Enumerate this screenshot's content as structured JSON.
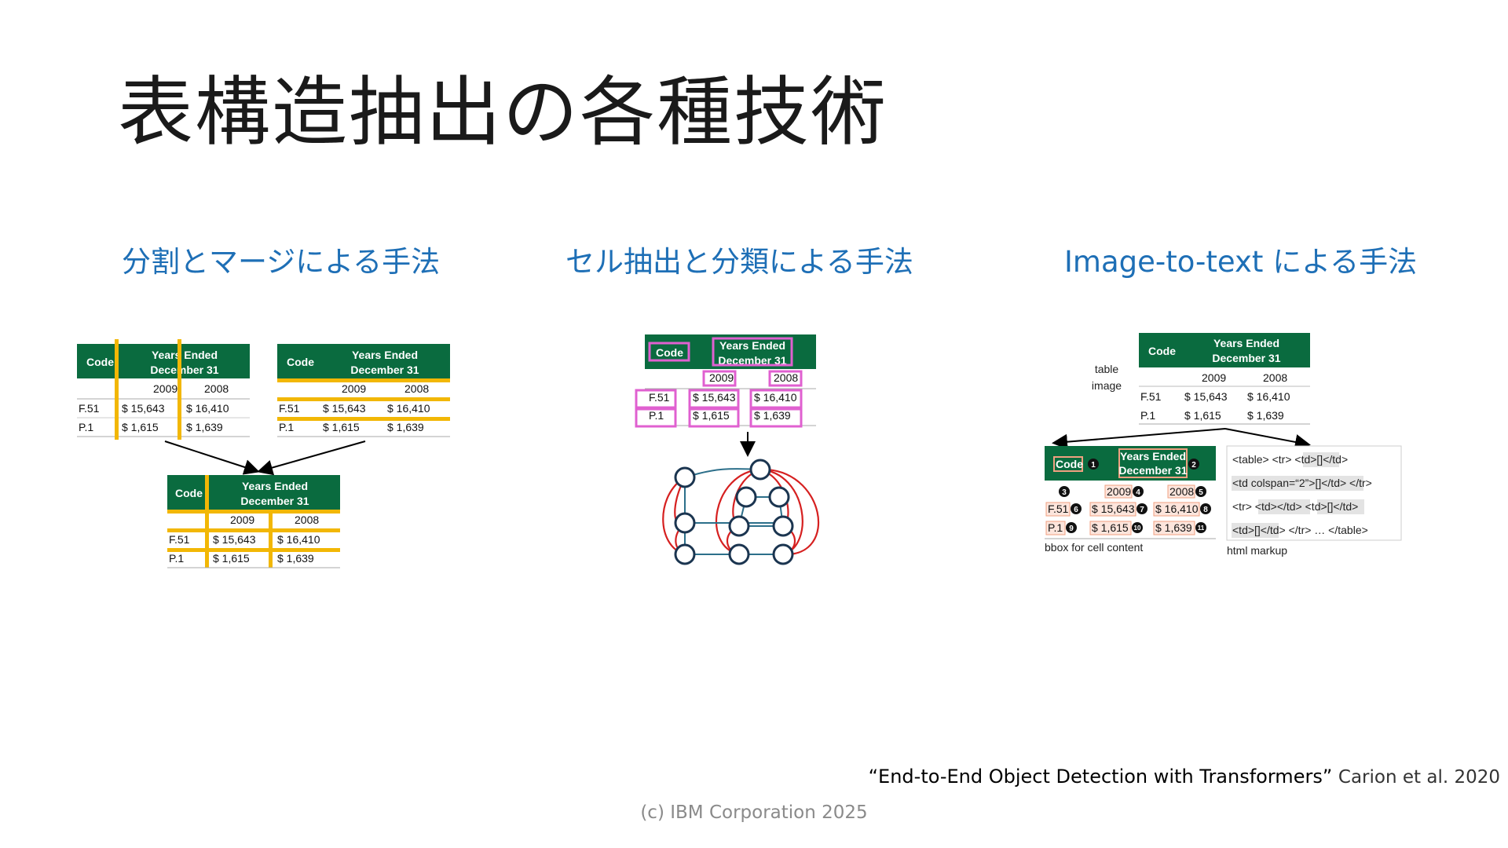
{
  "slide": {
    "title": "表構造抽出の各種技術",
    "sections": [
      {
        "title": "分割とマージによる手法"
      },
      {
        "title": "セル抽出と分類による手法"
      },
      {
        "title": "Image-to-text による手法"
      }
    ],
    "citation": {
      "paper": "“End-to-End Object Detection with Transformers”",
      "authors": "Carion et al. 2020"
    },
    "footer": "(c) IBM Corporation 2025"
  },
  "table": {
    "header_code": "Code",
    "header_years_line1": "Years Ended",
    "header_years_line2": "December 31",
    "col1": "2009",
    "col2": "2008",
    "row1_code": "F.51",
    "row1_v1": "$ 15,643",
    "row1_v2": "$ 16,410",
    "row2_code": "P.1",
    "row2_v1": "$ 1,615",
    "row2_v2": "$ 1,639"
  },
  "image_to_text": {
    "table_label_line1": "table",
    "table_label_line2": "image",
    "bbox_label": "bbox for cell content",
    "html_label": "html markup",
    "markup_lines": [
      "<table> <tr> <td>[]</td>",
      "<td colspan=“2”>[]</td> </tr>",
      "<tr> <td></td> <td>[]</td>",
      "<td>[]</td> </tr> … </table>"
    ],
    "markers": [
      "1",
      "2",
      "3",
      "4",
      "5",
      "6",
      "7",
      "8",
      "9",
      "10",
      "11"
    ]
  },
  "colors": {
    "header_green": "#0a6b3f",
    "split_yellow": "#f2b705",
    "cell_magenta": "#e060d0",
    "graph_red": "#d62020",
    "graph_node": "#1b3550",
    "graph_edge": "#2c6f8a",
    "title_blue": "#1e6fb6"
  }
}
